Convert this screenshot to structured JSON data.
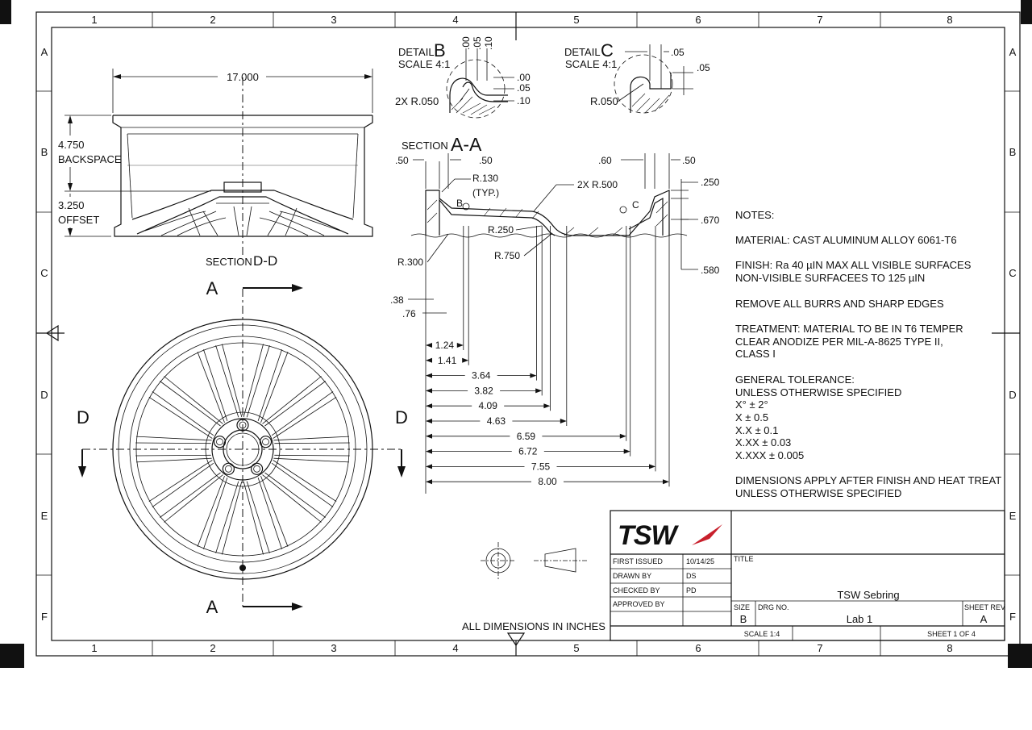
{
  "zones": {
    "columns": [
      "1",
      "2",
      "3",
      "4",
      "5",
      "6",
      "7",
      "8"
    ],
    "bottom_columns": [
      "1",
      "2",
      "3",
      "4",
      "5",
      "6",
      "7",
      "8"
    ],
    "rows": [
      "A",
      "B",
      "C",
      "D",
      "E",
      "F"
    ]
  },
  "section_dd": {
    "width_dim": "17.000",
    "backspace_value": "4.750",
    "backspace_label": "BACKSPACE",
    "offset_value": "3.250",
    "offset_label": "OFFSET",
    "caption_prefix": "SECTION",
    "caption_id": "D-D"
  },
  "front_view": {
    "label_a_top": "A",
    "label_a_bottom": "A",
    "label_d_left": "D",
    "label_d_right": "D"
  },
  "detail_b": {
    "prefix": "DETAIL",
    "id": "B",
    "scale": "SCALE 4:1",
    "top_dims": [
      ".00",
      ".05",
      ".10"
    ],
    "right_dims": [
      ".00",
      ".05",
      ".10"
    ],
    "radius": "2X  R.050"
  },
  "detail_c": {
    "prefix": "DETAIL",
    "id": "C",
    "scale": "SCALE 4:1",
    "dim_top": ".05",
    "dim_right": ".05",
    "radius": "R.050"
  },
  "section_aa": {
    "prefix": "SECTION",
    "id": "A-A",
    "dim_left_50": ".50",
    "dim_left_50b": ".50",
    "r130": "R.130",
    "typ": "(TYP.)",
    "label_b": "B",
    "label_c": "C",
    "r500": "2X  R.500",
    "dim_60": ".60",
    "dim_right_50": ".50",
    "dim_250": ".250",
    "dim_670": ".670",
    "dim_580": ".580",
    "r250": "R.250",
    "r750": "R.750",
    "r300": "R.300",
    "dim_38": ".38",
    "dim_76": ".76",
    "stations": [
      "1.24",
      "1.41",
      "3.64",
      "3.82",
      "4.09",
      "4.63",
      "6.59",
      "6.72",
      "7.55",
      "8.00"
    ]
  },
  "notes": {
    "heading": "NOTES:",
    "material": "MATERIAL: CAST ALUMINUM ALLOY 6061-T6",
    "finish_1": "FINISH: Ra 40 µIN MAX ALL VISIBLE SURFACES",
    "finish_2": "NON-VISIBLE SURFACEES TO 125 µIN",
    "burrs": "REMOVE ALL BURRS AND SHARP EDGES",
    "treatment_1": "TREATMENT: MATERIAL TO BE IN T6 TEMPER",
    "treatment_2": "CLEAR ANODIZE PER MIL-A-8625 TYPE II,",
    "treatment_3": "CLASS I",
    "tol_heading": "GENERAL TOLERANCE:",
    "tol_sub": "UNLESS OTHERWISE SPECIFIED",
    "tol_lines": [
      "X° ± 2°",
      "X ± 0.5",
      "X.X ± 0.1",
      "X.XX ± 0.03",
      "X.XXX ± 0.005"
    ],
    "dims_1": "DIMENSIONS APPLY AFTER FINISH AND HEAT TREAT",
    "dims_2": "UNLESS OTHERWISE SPECIFIED"
  },
  "units_note": "ALL DIMENSIONS IN INCHES",
  "title_block": {
    "logo": "TSW",
    "first_issued_label": "FIRST ISSUED",
    "first_issued_value": "10/14/25",
    "drawn_by_label": "DRAWN BY",
    "drawn_by_value": "DS",
    "checked_by_label": "CHECKED BY",
    "checked_by_value": "PD",
    "approved_by_label": "APPROVED BY",
    "title_label": "TITLE",
    "title_value": "TSW Sebring",
    "size_label": "SIZE",
    "size_value": "B",
    "drg_label": "DRG NO.",
    "drg_value": "Lab 1",
    "rev_label": "SHEET REV",
    "rev_value": "A",
    "scale": "SCALE 1:4",
    "sheet": "SHEET 1 OF 4"
  }
}
